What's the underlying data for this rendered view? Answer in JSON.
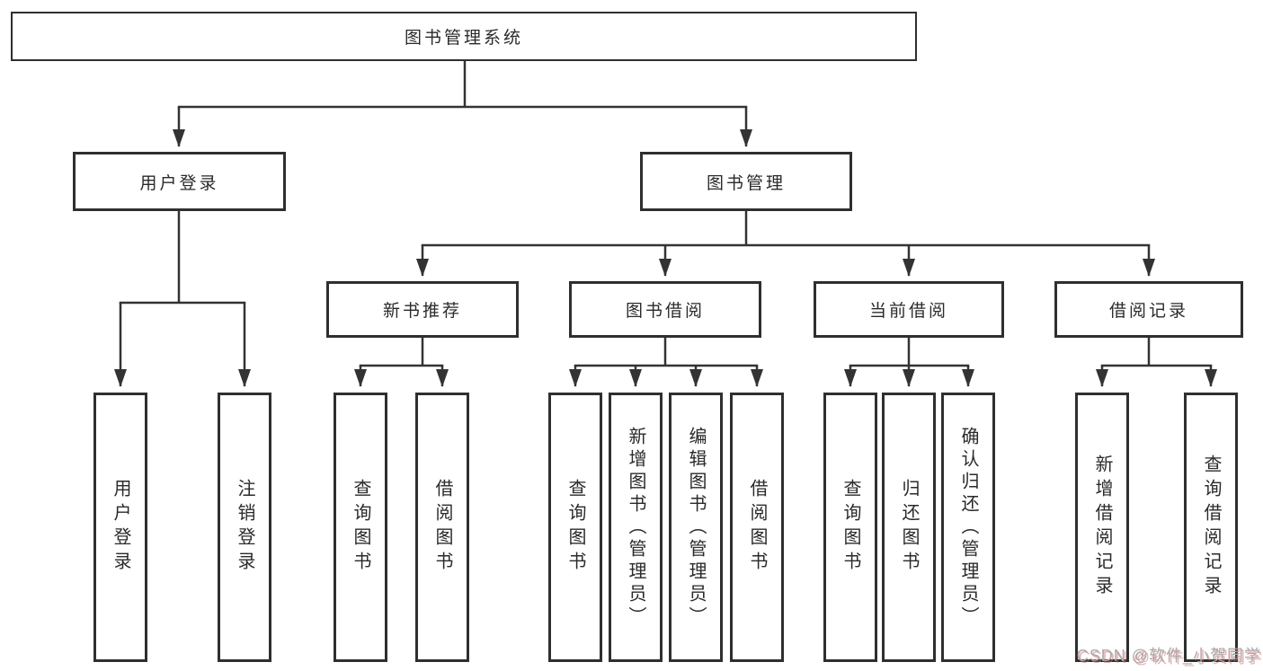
{
  "diagram": {
    "type": "hierarchy-tree",
    "colors": {
      "line": "#333333",
      "box_border": "#2f2f2f",
      "box_fill": "#ffffff",
      "text": "#2a2a2a",
      "watermark_gray": "#a9a9a9",
      "watermark_red_shadow": "#d66e6e"
    },
    "tree": {
      "root": {
        "label": "图书管理系统"
      },
      "children": [
        {
          "label": "用户登录",
          "children": [
            {
              "label": "用户登录"
            },
            {
              "label": "注销登录"
            }
          ]
        },
        {
          "label": "图书管理",
          "children": [
            {
              "label": "新书推荐",
              "children": [
                {
                  "label": "查询图书"
                },
                {
                  "label": "借阅图书"
                }
              ]
            },
            {
              "label": "图书借阅",
              "children": [
                {
                  "label": "查询图书"
                },
                {
                  "label": "新增图书（管理员）"
                },
                {
                  "label": "编辑图书（管理员）"
                },
                {
                  "label": "借阅图书"
                }
              ]
            },
            {
              "label": "当前借阅",
              "children": [
                {
                  "label": "查询图书"
                },
                {
                  "label": "归还图书"
                },
                {
                  "label": "确认归还（管理员）"
                }
              ]
            },
            {
              "label": "借阅记录",
              "children": [
                {
                  "label": "新增借阅记录"
                },
                {
                  "label": "查询借阅记录"
                }
              ]
            }
          ]
        }
      ]
    }
  },
  "watermark": {
    "text": "CSDN @软件_小贺同学"
  }
}
